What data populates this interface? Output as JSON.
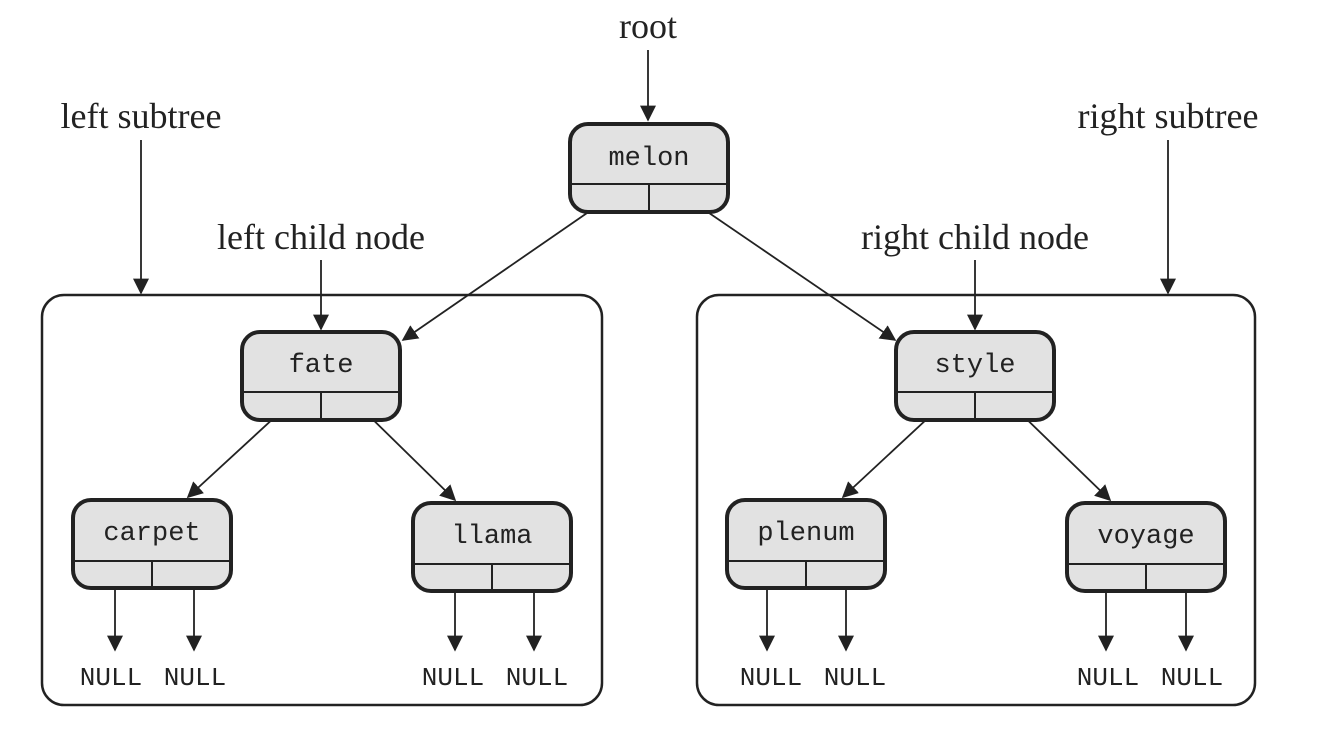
{
  "annotations": {
    "root": "root",
    "left_subtree": "left subtree",
    "right_subtree": "right subtree",
    "left_child_node": "left child node",
    "right_child_node": "right child node"
  },
  "nodes": {
    "melon": "melon",
    "fate": "fate",
    "style": "style",
    "carpet": "carpet",
    "llama": "llama",
    "plenum": "plenum",
    "voyage": "voyage"
  },
  "null_label": "NULL",
  "colors": {
    "node_fill": "#e2e2e2",
    "stroke": "#222222",
    "background": "#ffffff"
  }
}
